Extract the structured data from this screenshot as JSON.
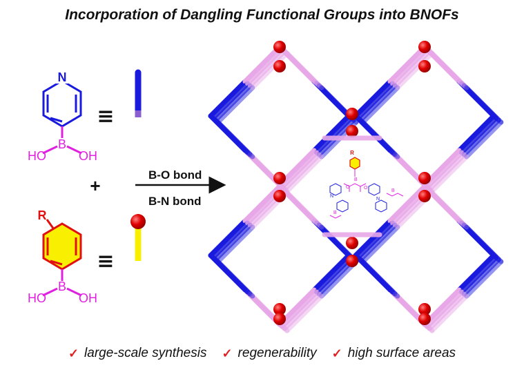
{
  "title": "Incorporation of Dangling Functional Groups into BNOFs",
  "reactant_top": {
    "ring_atom": "N",
    "boron": "B",
    "hydroxyl_left": "HO",
    "hydroxyl_right": "OH",
    "equiv_symbol": "≡"
  },
  "plus_symbol": "+",
  "reactant_bottom": {
    "substituent": "R",
    "boron": "B",
    "hydroxyl_left": "HO",
    "hydroxyl_right": "OH",
    "equiv_symbol": "≡"
  },
  "conditions": {
    "line1": "B-O bond",
    "line2": "B-N bond"
  },
  "inset_molecule": {
    "substituent": "R",
    "labels": [
      "B",
      "O",
      "N"
    ]
  },
  "features": [
    {
      "check": "✓",
      "label": "large-scale synthesis"
    },
    {
      "check": "✓",
      "label": "regenerability"
    },
    {
      "check": "✓",
      "label": "high surface areas"
    }
  ],
  "colors": {
    "nitrogen_blue": "#1a1adf",
    "boron_magenta": "#e020e0",
    "framework_pink": "#e8a8e8",
    "oxygen_red": "#e01010",
    "phenyl_yellow": "#f8f000",
    "check_red": "#e02020"
  }
}
